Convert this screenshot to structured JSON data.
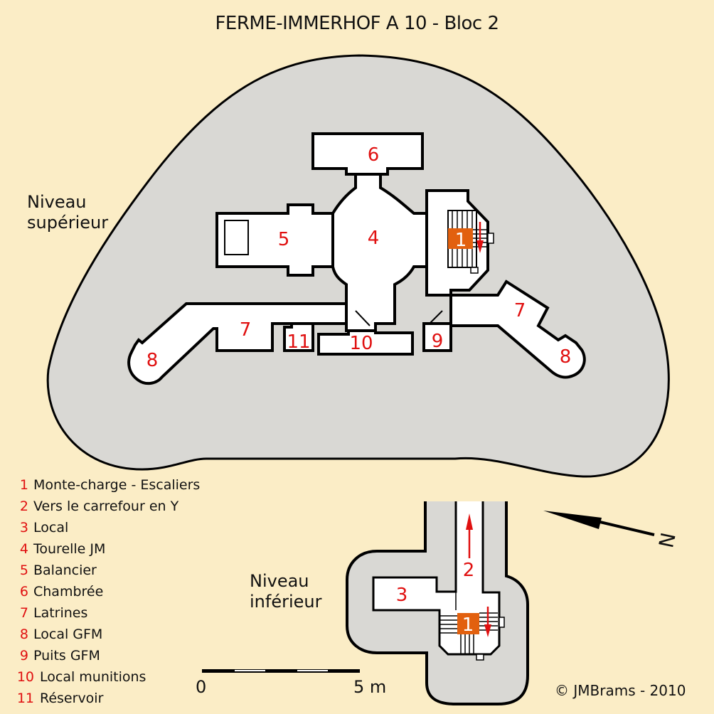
{
  "title": "FERME-IMMERHOF A 10  - Bloc 2",
  "levels": {
    "upper": {
      "line1": "Niveau",
      "line2": "supérieur"
    },
    "lower": {
      "line1": "Niveau",
      "line2": "inférieur"
    }
  },
  "room_labels": {
    "upper": [
      "1",
      "4",
      "5",
      "6",
      "7",
      "7",
      "8",
      "8",
      "9",
      "10",
      "11"
    ],
    "lower": [
      "1",
      "2",
      "3"
    ]
  },
  "legend": [
    {
      "num": "1",
      "label": "Monte-charge - Escaliers"
    },
    {
      "num": "2",
      "label": "Vers le carrefour en Y"
    },
    {
      "num": "3",
      "label": "Local"
    },
    {
      "num": "4",
      "label": "Tourelle JM"
    },
    {
      "num": "5",
      "label": "Balancier"
    },
    {
      "num": "6",
      "label": "Chambrée"
    },
    {
      "num": "7",
      "label": "Latrines"
    },
    {
      "num": "8",
      "label": "Local GFM"
    },
    {
      "num": "9",
      "label": "Puits GFM"
    },
    {
      "num": "10",
      "label": "Local munitions"
    },
    {
      "num": "11",
      "label": "Réservoir"
    }
  ],
  "scale": {
    "start": "0",
    "end": "5 m"
  },
  "north": {
    "label": "N",
    "icon": "north-arrow-icon"
  },
  "copyright": "©   JMBrams - 2010",
  "colors": {
    "background": "#fbedc6",
    "concrete": "#d9d8d4",
    "room": "#ffffff",
    "wall": "#000000",
    "label_red": "#e01010",
    "lift_orange": "#e2600e"
  }
}
